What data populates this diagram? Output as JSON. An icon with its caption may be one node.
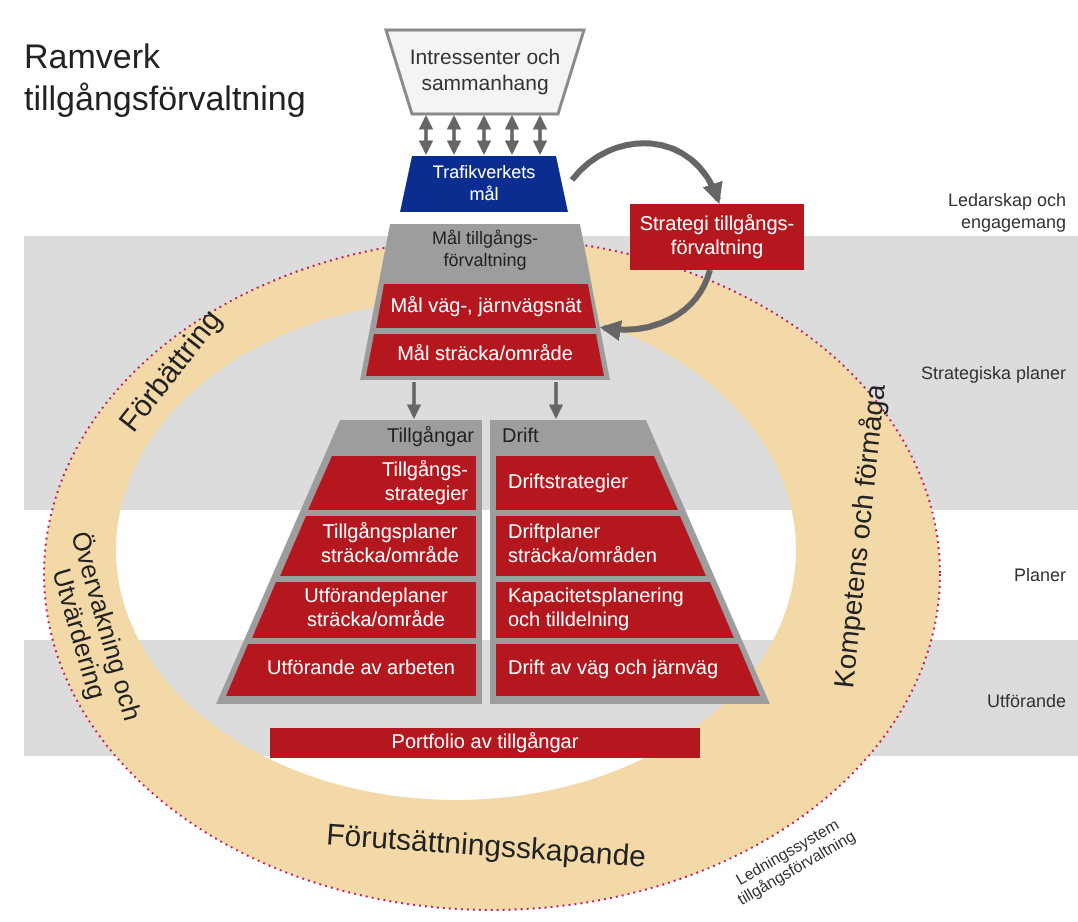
{
  "diagram": {
    "title": "Ramverk tillgångsförvaltning",
    "nodes": [
      {
        "text": [
          "Intressenter och sammanhang"
        ]
      },
      {
        "text": [
          "Trafikverkets mål"
        ]
      },
      {
        "text": [
          "Mål tillgångs- förvaltning"
        ]
      },
      {
        "text": [
          "Mål väg-, järnvägsnät"
        ],
        "in": 2
      },
      {
        "text": [
          "Mål sträcka/område"
        ],
        "in": 2
      },
      {
        "text": [
          "Strategi tillgångs- förvaltning"
        ]
      },
      {
        "text": [
          "Tillgångar"
        ]
      },
      {
        "text": [
          "Tillgångs- strategier"
        ],
        "in": 6
      },
      {
        "text": [
          "Tillgångsplaner sträcka/område"
        ],
        "in": 6
      },
      {
        "text": [
          "Utförandeplaner sträcka/område"
        ],
        "in": 6
      },
      {
        "text": [
          "Utförande av arbeten"
        ],
        "in": 6
      },
      {
        "text": [
          "Drift"
        ]
      },
      {
        "text": [
          "Driftstrategier"
        ],
        "in": 11
      },
      {
        "text": [
          "Driftplaner sträcka/områden"
        ],
        "in": 11
      },
      {
        "text": [
          "Kapacitetsplanering och tilldelning"
        ],
        "in": 11
      },
      {
        "text": [
          "Drift av väg och järnväg"
        ],
        "in": 11
      },
      {
        "text": [
          "Portfolio av tillgångar"
        ]
      }
    ],
    "edges": [
      {
        "from": 0,
        "to": 1,
        "arrow": "both"
      },
      {
        "from": 0,
        "to": 1,
        "arrow": "both"
      },
      {
        "from": 0,
        "to": 1,
        "arrow": "both"
      },
      {
        "from": 0,
        "to": 1,
        "arrow": "both"
      },
      {
        "from": 0,
        "to": 1,
        "arrow": "both"
      },
      {
        "from": 1,
        "to": 5,
        "arrow": "to"
      },
      {
        "from": 5,
        "to": 2,
        "arrow": "to"
      },
      {
        "from": 2,
        "to": 6,
        "arrow": "to"
      },
      {
        "from": 2,
        "to": 11,
        "arrow": "to"
      }
    ],
    "labels": [
      "Ledarskap och engagemang",
      "Förbättring",
      "Strategiska planer",
      "Övervakning och Utvärdering",
      "Kompetens och förmåga",
      "Planer",
      "Utförande",
      "Förutsättningsskapande",
      "Ledningssystem tillgångsförvaltning"
    ]
  }
}
